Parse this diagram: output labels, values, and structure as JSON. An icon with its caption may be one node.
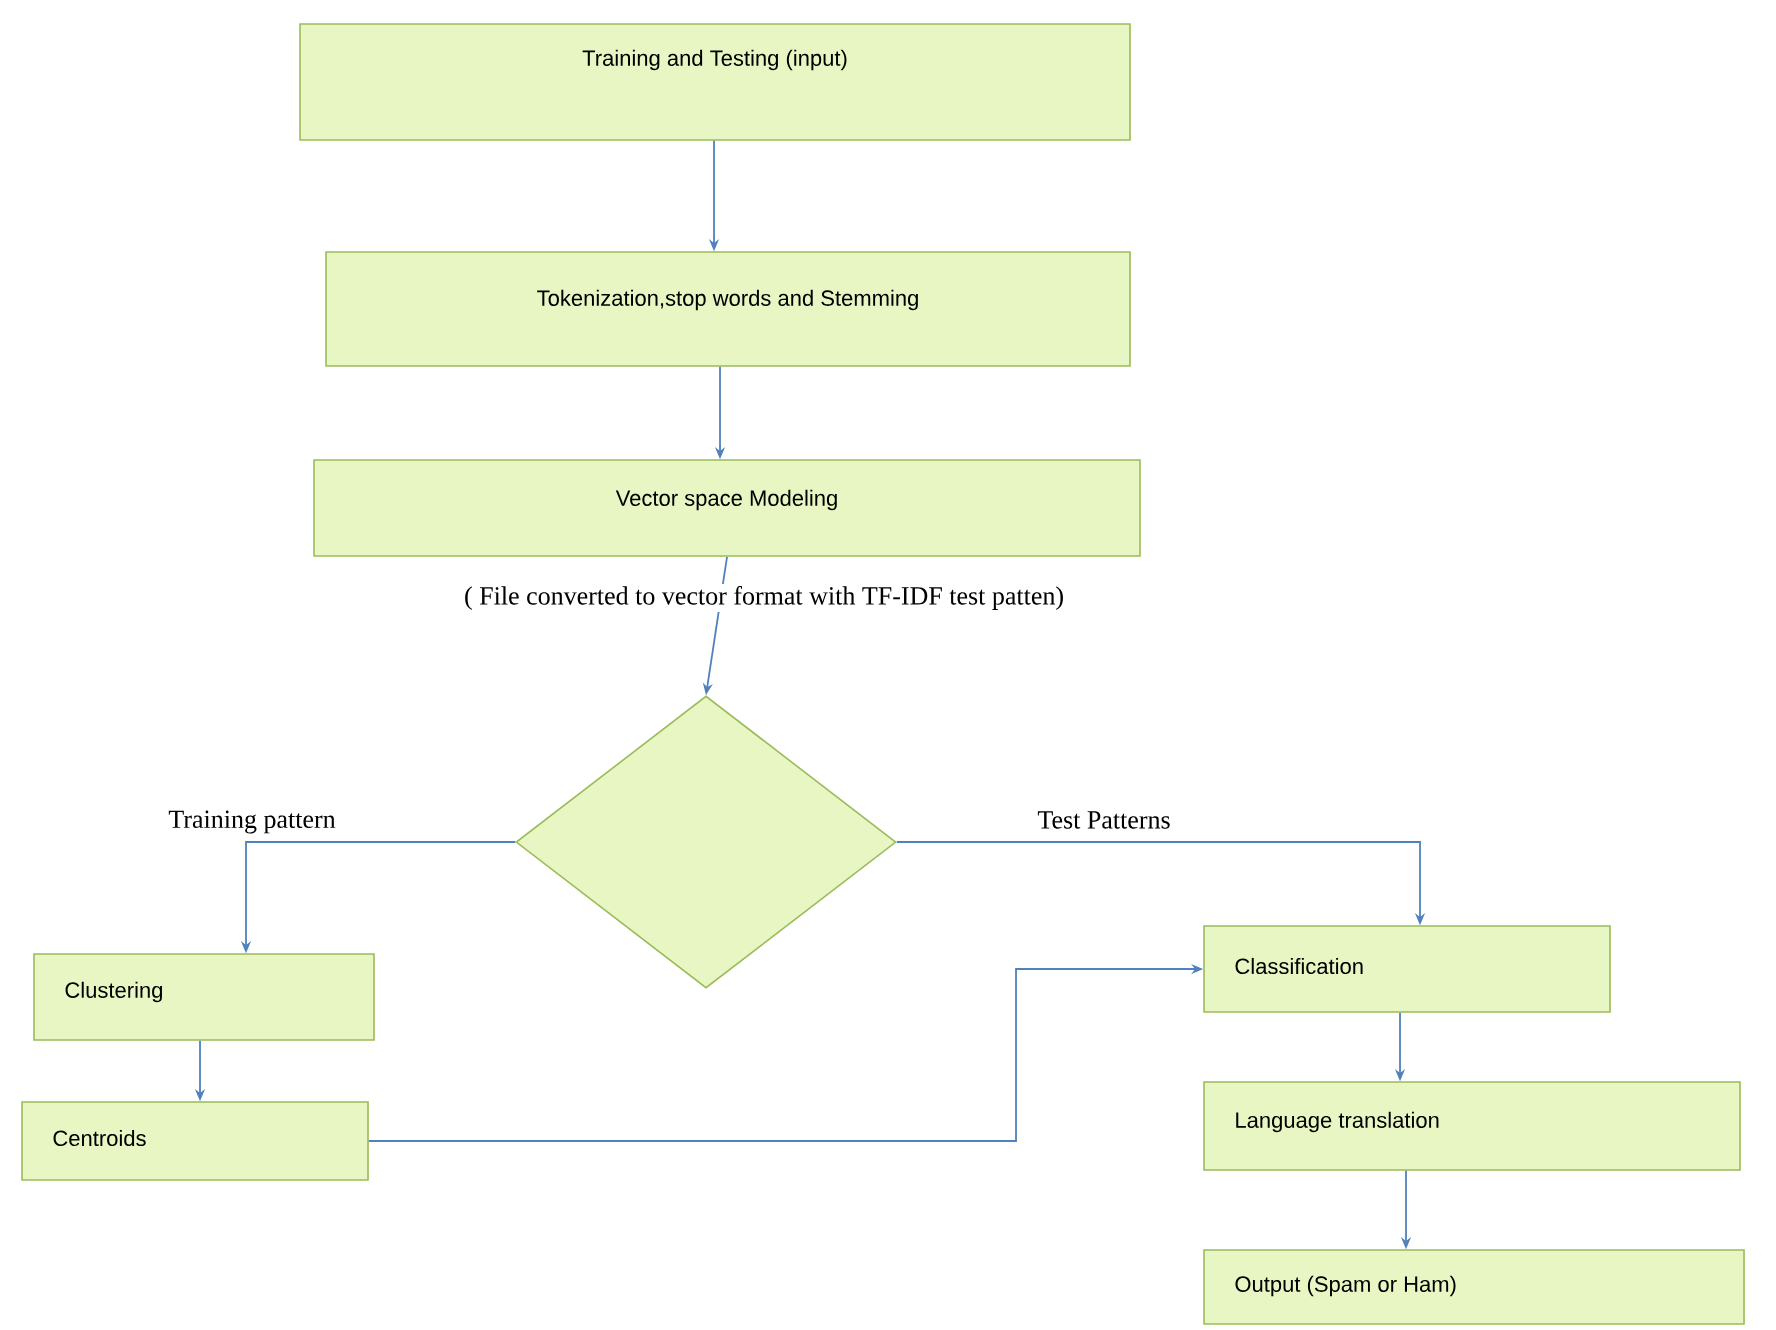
{
  "diagram": {
    "nodes": [
      {
        "text": [
          "Training and Testing  (input)"
        ]
      },
      {
        "text": [
          "Tokenization,stop words  and Stemming"
        ]
      },
      {
        "text": [
          "Vector space Modeling"
        ],
        "beside": [
          "( File converted to vector format with TF-IDF test patten)"
        ]
      },
      {
        "text": [],
        "shape": "diamond"
      },
      {
        "text": [
          "Clustering"
        ]
      },
      {
        "text": [
          "Centroids"
        ]
      },
      {
        "text": [
          "Classification"
        ]
      },
      {
        "text": [
          "Language translation"
        ]
      },
      {
        "text": [
          "Output (Spam or Ham)"
        ]
      }
    ],
    "edges": [
      {
        "from": 0,
        "to": 1,
        "arrow": "to"
      },
      {
        "from": 1,
        "to": 2,
        "arrow": "to"
      },
      {
        "from": 2,
        "to": 3,
        "arrow": "to"
      },
      {
        "from": 3,
        "to": 4,
        "arrow": "to",
        "label": "Training pattern"
      },
      {
        "from": 3,
        "to": 6,
        "arrow": "to",
        "label": "Test Patterns"
      },
      {
        "from": 4,
        "to": 5,
        "arrow": "to"
      },
      {
        "from": 5,
        "to": 6,
        "arrow": "to"
      },
      {
        "from": 6,
        "to": 7,
        "arrow": "to"
      },
      {
        "from": 7,
        "to": 8,
        "arrow": "to"
      }
    ]
  }
}
